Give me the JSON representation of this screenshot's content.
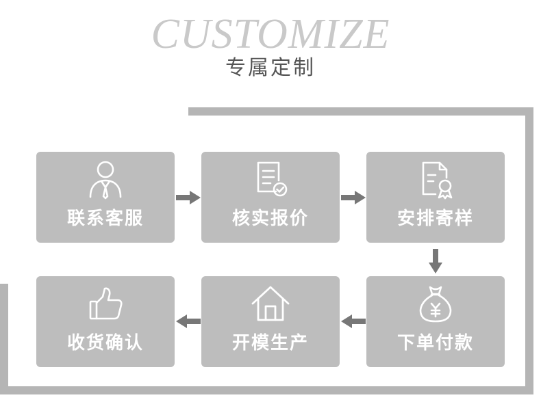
{
  "header": {
    "title": "CUSTOMIZE",
    "subtitle": "专属定制"
  },
  "colors": {
    "box": "#bdbdbd",
    "frame": "#b5b5b5",
    "arrow": "#777777",
    "title": "#c9c9c9"
  },
  "steps": [
    {
      "label": "联系客服",
      "icon": "customer-service-person-icon"
    },
    {
      "label": "核实报价",
      "icon": "document-check-icon"
    },
    {
      "label": "安排寄样",
      "icon": "certificate-document-icon"
    },
    {
      "label": "下单付款",
      "icon": "money-bag-yen-icon"
    },
    {
      "label": "开模生产",
      "icon": "house-factory-icon"
    },
    {
      "label": "收货确认",
      "icon": "thumbs-up-icon"
    }
  ]
}
